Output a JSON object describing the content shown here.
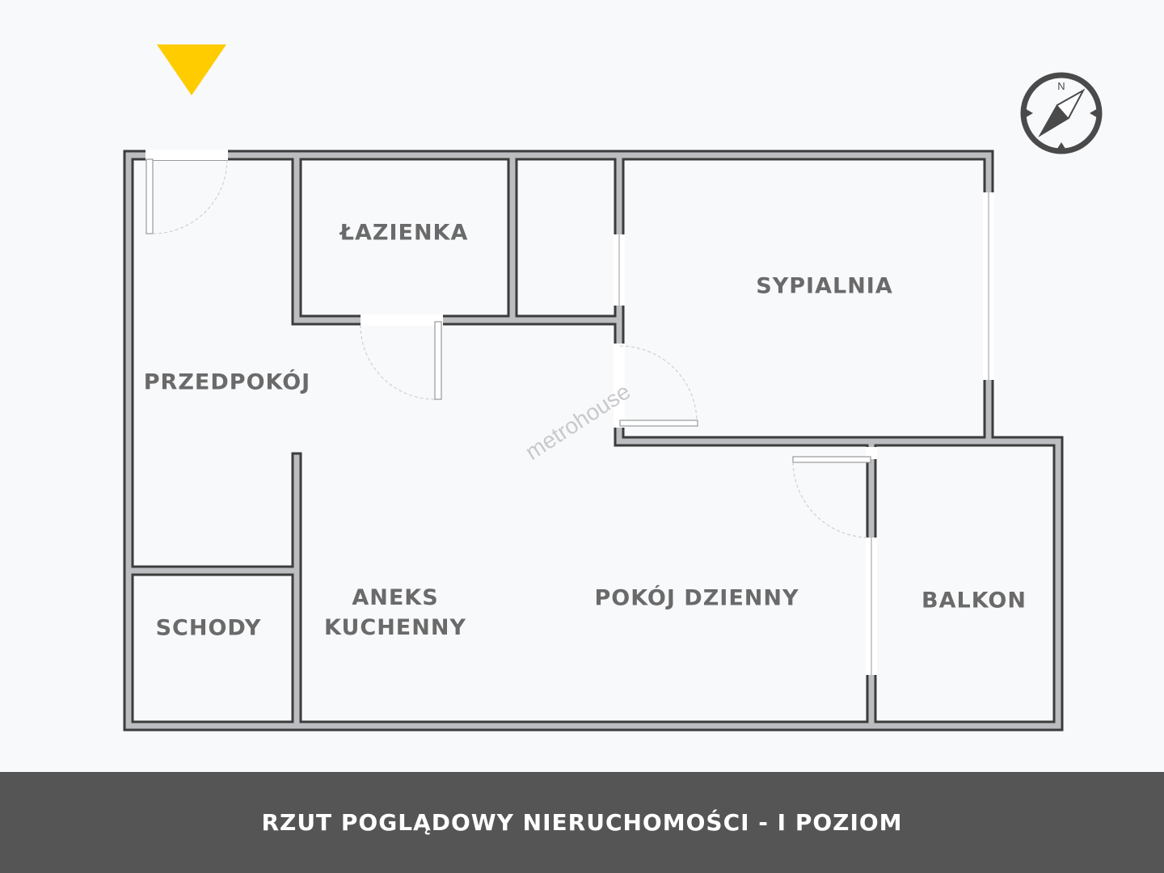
{
  "rooms": {
    "lazienka": "ŁAZIENKA",
    "sypialnia": "SYPIALNIA",
    "przedpokoj": "PRZEDPOKÓJ",
    "schody": "SCHODY",
    "aneks_line1": "ANEKS",
    "aneks_line2": "KUCHENNY",
    "pokoj_dzienny": "POKÓJ DZIENNY",
    "balkon": "BALKON"
  },
  "compass": {
    "label": "N",
    "icon": "compass-icon"
  },
  "entrance_marker": {
    "icon": "entrance-triangle-icon",
    "color": "#FFCC00"
  },
  "watermark": "metrohouse",
  "footer": {
    "caption": "RZUT POGLĄDOWY NIERUCHOMOŚCI - I POZIOM"
  },
  "colors": {
    "wall_fill": "#bcbdc0",
    "wall_outline": "#3c3c3c",
    "label": "#6a6a6a",
    "footer_bg": "#555555"
  }
}
